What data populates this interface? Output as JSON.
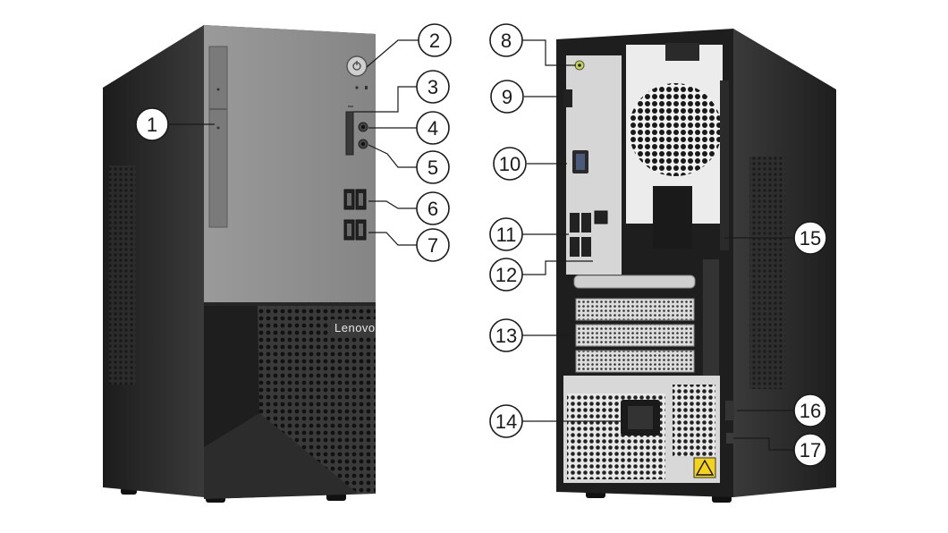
{
  "brand": {
    "logo_text": "Lenovo"
  },
  "colors": {
    "case_dark": "#2a2a2a",
    "case_side": "#333333",
    "front_panel": "#8c8c8c",
    "grille": "#1f1f1f",
    "callout_stroke": "#1a1a1a",
    "warning_yellow": "#f5d31b",
    "audio_port_green": "#c8d44a"
  },
  "callouts": [
    {
      "id": "1",
      "label": "1"
    },
    {
      "id": "2",
      "label": "2"
    },
    {
      "id": "3",
      "label": "3"
    },
    {
      "id": "4",
      "label": "4"
    },
    {
      "id": "5",
      "label": "5"
    },
    {
      "id": "6",
      "label": "6"
    },
    {
      "id": "7",
      "label": "7"
    },
    {
      "id": "8",
      "label": "8"
    },
    {
      "id": "9",
      "label": "9"
    },
    {
      "id": "10",
      "label": "10"
    },
    {
      "id": "11",
      "label": "11"
    },
    {
      "id": "12",
      "label": "12"
    },
    {
      "id": "13",
      "label": "13"
    },
    {
      "id": "14",
      "label": "14"
    },
    {
      "id": "15",
      "label": "15"
    },
    {
      "id": "16",
      "label": "16"
    },
    {
      "id": "17",
      "label": "17"
    }
  ]
}
